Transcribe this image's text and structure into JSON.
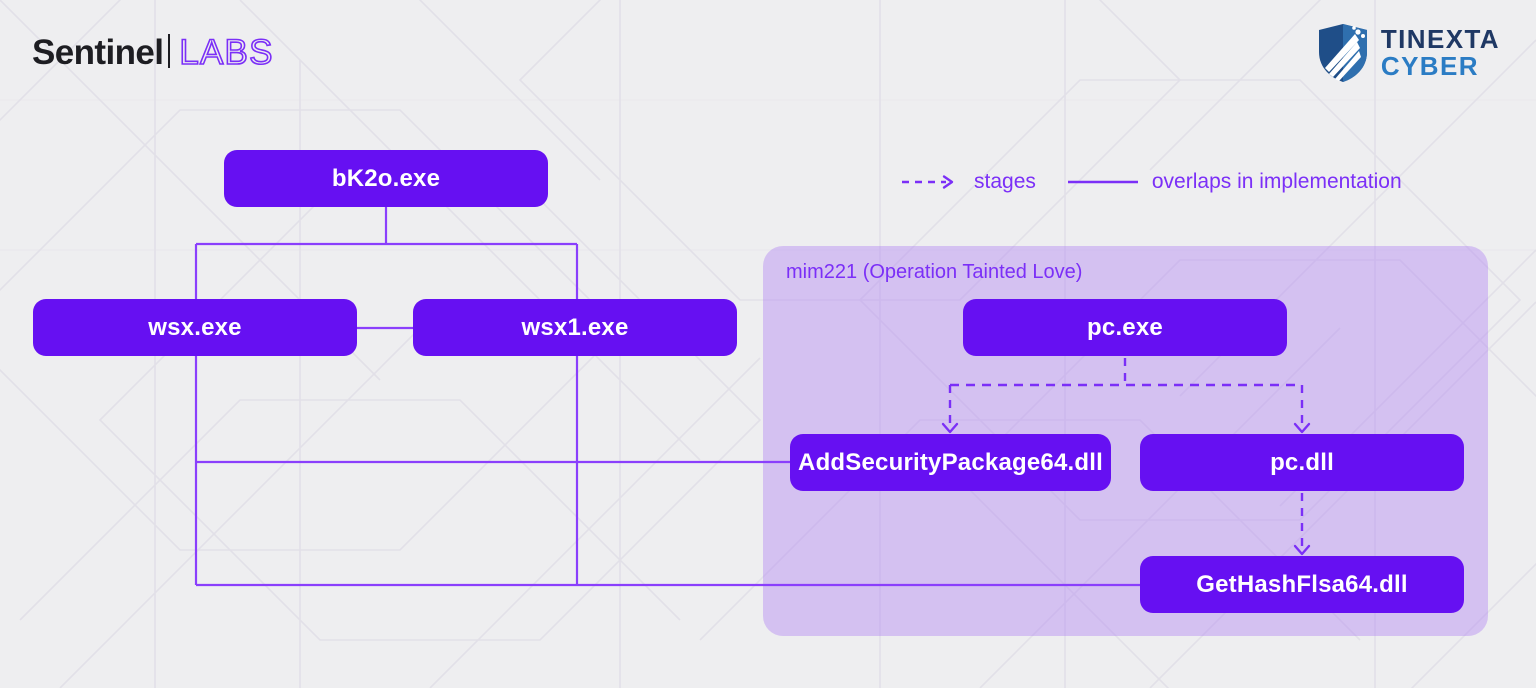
{
  "branding": {
    "sentinel_labs": {
      "word": "Sentinel",
      "labs": "LABS",
      "icon": "sentinel-labs-logo"
    },
    "tinexta_cyber": {
      "line1": "TINEXTA",
      "line2": "CYBER",
      "icon": "tinexta-shield-icon"
    }
  },
  "legend": {
    "items": [
      {
        "marker": "dashed-arrow",
        "label": "stages"
      },
      {
        "marker": "solid-line",
        "label": "overlaps in implementation"
      }
    ]
  },
  "group": {
    "label": "mim221 (Operation Tainted Love)"
  },
  "nodes": {
    "bk2o": "bK2o.exe",
    "wsx": "wsx.exe",
    "wsx1": "wsx1.exe",
    "pcexe": "pc.exe",
    "asp64": "AddSecurityPackage64.dll",
    "pcdll": "pc.dll",
    "ghf64": "GetHashFlsa64.dll"
  },
  "colors": {
    "node_fill": "#6610f2",
    "node_text": "#ffffff",
    "accent_purple": "#7b2ff7",
    "edge_purple": "#8a3ffc",
    "panel_purple": "#b082f3",
    "background": "#eeeef0",
    "tinexta_dark": "#1f3864",
    "tinexta_blue": "#2b7cc4"
  },
  "chart_data": {
    "type": "diagram",
    "title": "mim221 tooling relationship diagram",
    "nodes": [
      {
        "id": "bk2o",
        "label": "bK2o.exe",
        "group": "none"
      },
      {
        "id": "wsx",
        "label": "wsx.exe",
        "group": "none"
      },
      {
        "id": "wsx1",
        "label": "wsx1.exe",
        "group": "none"
      },
      {
        "id": "pcexe",
        "label": "pc.exe",
        "group": "mim221"
      },
      {
        "id": "asp64",
        "label": "AddSecurityPackage64.dll",
        "group": "mim221"
      },
      {
        "id": "pcdll",
        "label": "pc.dll",
        "group": "mim221"
      },
      {
        "id": "ghf64",
        "label": "GetHashFlsa64.dll",
        "group": "mim221"
      }
    ],
    "edges": [
      {
        "from": "bk2o",
        "to": "wsx",
        "style": "solid",
        "meaning": "overlaps in implementation"
      },
      {
        "from": "bk2o",
        "to": "wsx1",
        "style": "solid",
        "meaning": "overlaps in implementation"
      },
      {
        "from": "wsx",
        "to": "wsx1",
        "style": "solid",
        "meaning": "overlaps in implementation"
      },
      {
        "from": "wsx",
        "to": "asp64",
        "style": "solid",
        "meaning": "overlaps in implementation"
      },
      {
        "from": "wsx1",
        "to": "asp64",
        "style": "solid",
        "meaning": "overlaps in implementation"
      },
      {
        "from": "wsx",
        "to": "ghf64",
        "style": "solid",
        "meaning": "overlaps in implementation"
      },
      {
        "from": "wsx1",
        "to": "ghf64",
        "style": "solid",
        "meaning": "overlaps in implementation"
      },
      {
        "from": "pcexe",
        "to": "asp64",
        "style": "dashed",
        "meaning": "stages"
      },
      {
        "from": "pcexe",
        "to": "pcdll",
        "style": "dashed",
        "meaning": "stages"
      },
      {
        "from": "pcdll",
        "to": "ghf64",
        "style": "dashed",
        "meaning": "stages"
      }
    ],
    "groups": [
      {
        "id": "mim221",
        "label": "mim221 (Operation Tainted Love)"
      }
    ]
  }
}
